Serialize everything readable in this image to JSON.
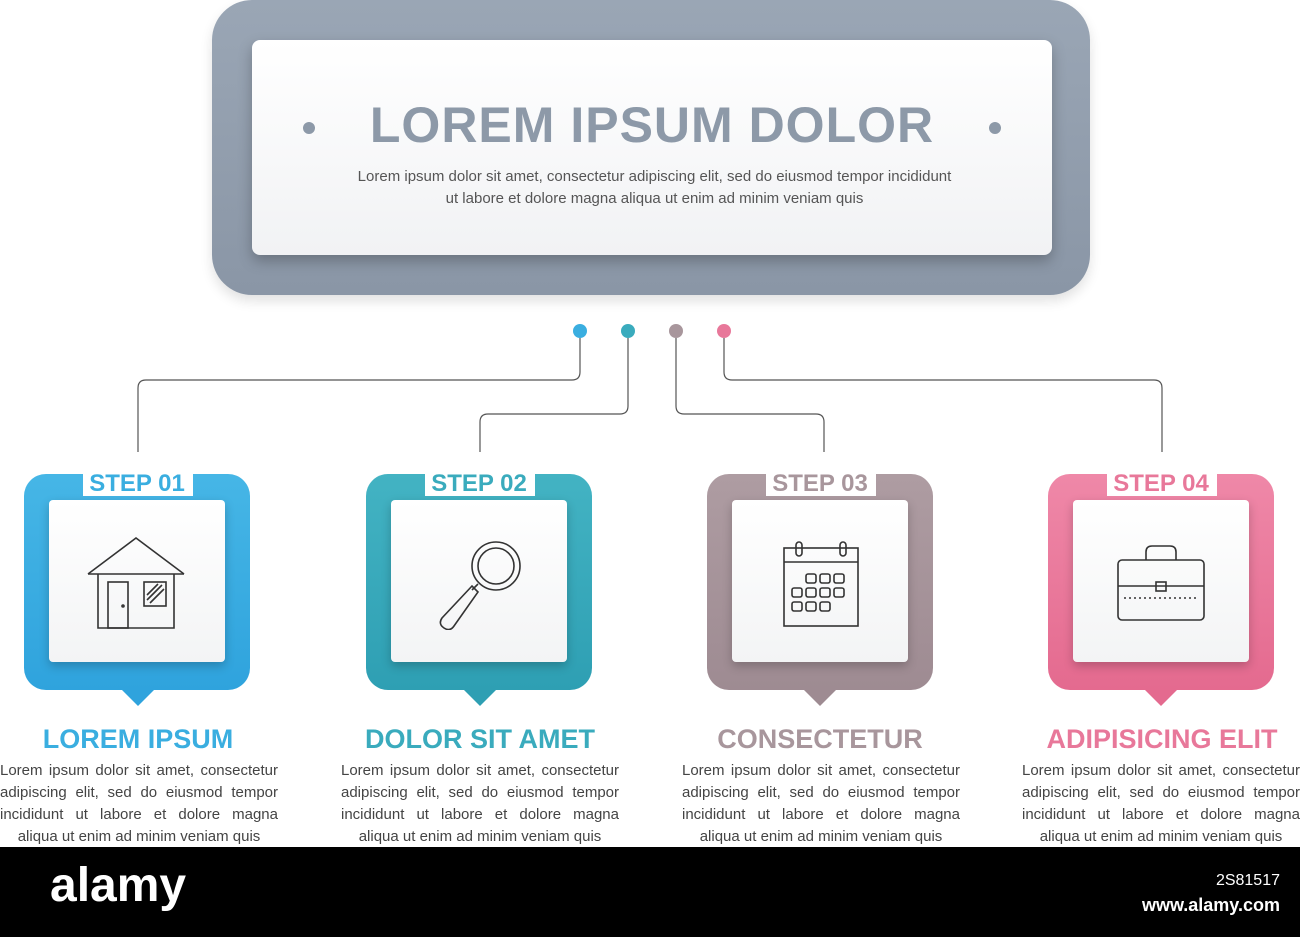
{
  "header": {
    "title": "LOREM IPSUM DOLOR",
    "text": "Lorem ipsum dolor sit amet, consectetur adipiscing elit, sed do eiusmod tempor incididunt ut labore et dolore magna aliqua ut enim ad minim veniam quis"
  },
  "colors": {
    "step1": "#3aaee0",
    "step2": "#3aabbd",
    "step3": "#a8969c",
    "step4": "#e8789a",
    "header": "#8d99a8"
  },
  "steps": [
    {
      "label": "STEP 01",
      "icon": "house-icon",
      "title": "LOREM IPSUM",
      "text": "Lorem ipsum dolor sit amet, consectetur adipiscing elit, sed do eiusmod tempor incididunt ut labore et dolore magna aliqua ut enim ad minim veniam quis"
    },
    {
      "label": "STEP 02",
      "icon": "magnifier-icon",
      "title": "DOLOR SIT AMET",
      "text": "Lorem ipsum dolor sit amet, consectetur adipiscing elit, sed do eiusmod tempor incididunt ut labore et dolore magna aliqua ut enim ad minim veniam quis"
    },
    {
      "label": "STEP 03",
      "icon": "calendar-icon",
      "title": "CONSECTETUR",
      "text": "Lorem ipsum dolor sit amet, consectetur adipiscing elit, sed do eiusmod tempor incididunt ut labore et dolore magna aliqua ut enim ad minim veniam quis"
    },
    {
      "label": "STEP 04",
      "icon": "briefcase-icon",
      "title": "ADIPISICING ELIT",
      "text": "Lorem ipsum dolor sit amet, consectetur adipiscing elit, sed do eiusmod tempor incididunt ut labore et dolore magna aliqua ut enim ad minim veniam quis"
    }
  ],
  "watermark": {
    "logo": "alamy",
    "image_id": "2S81517",
    "url": "www.alamy.com"
  }
}
